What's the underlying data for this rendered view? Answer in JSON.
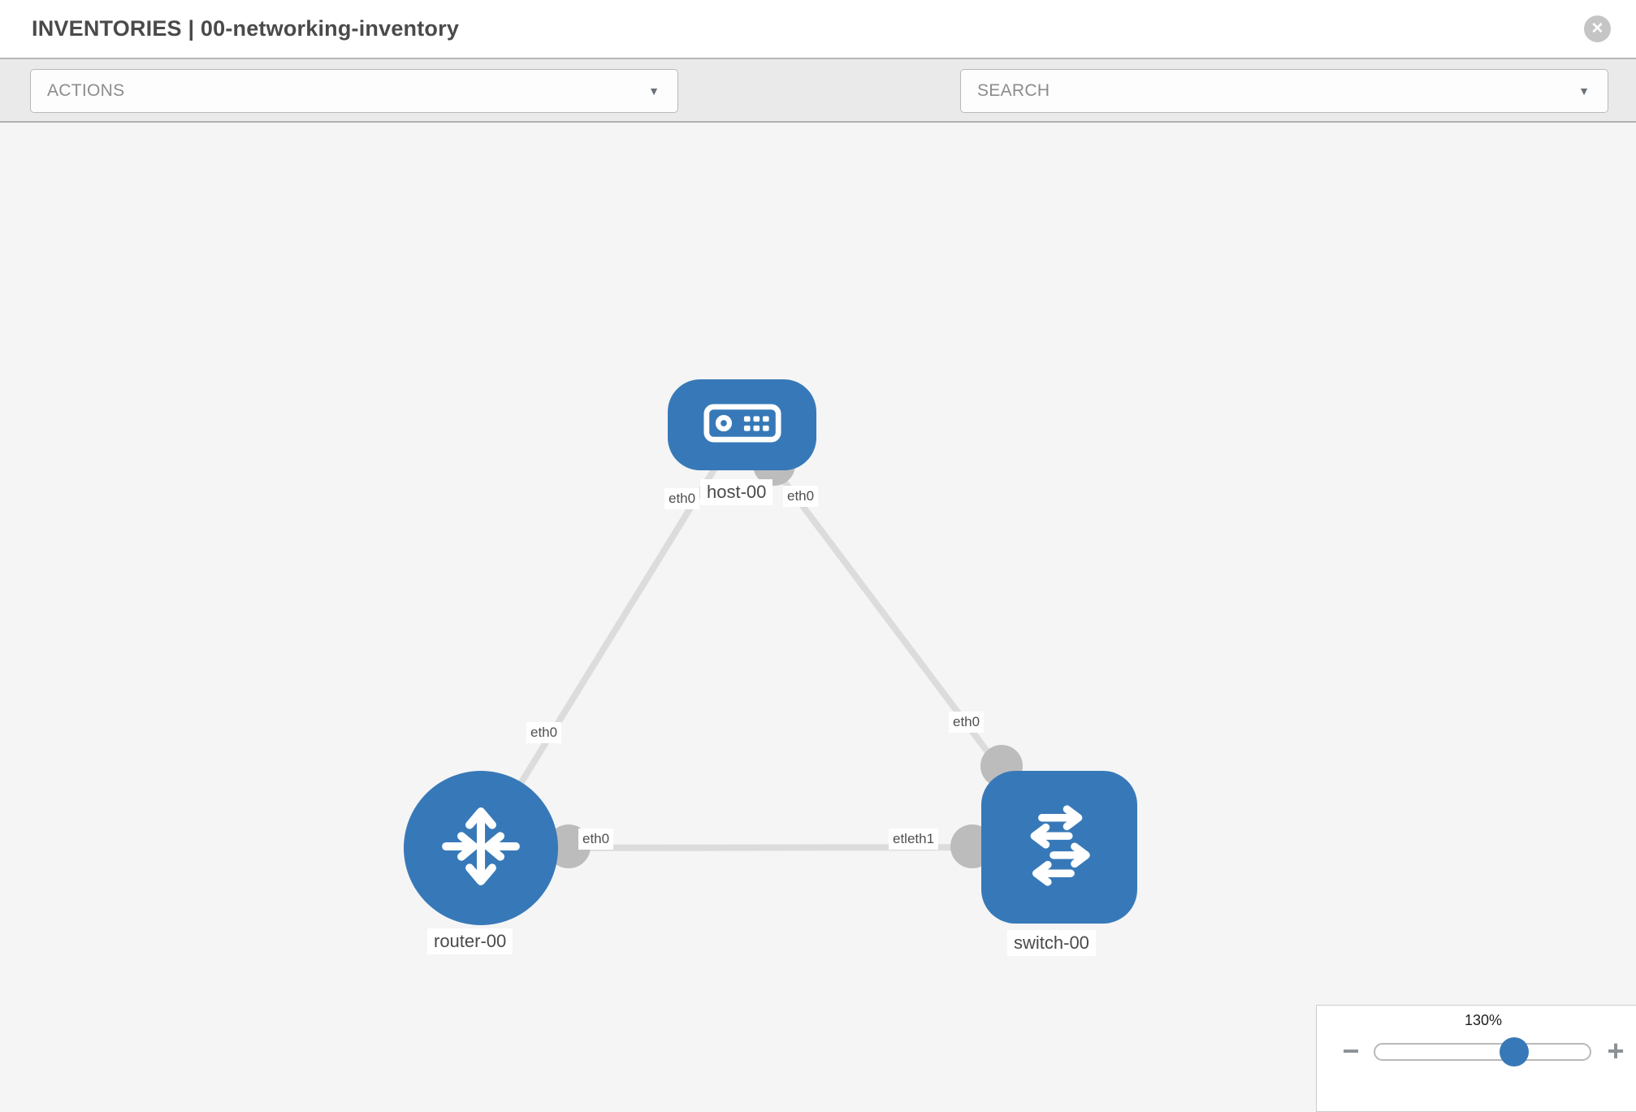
{
  "window": {
    "title": "INVENTORIES | 00-networking-inventory",
    "close_glyph": "✕"
  },
  "toolbar": {
    "actions": {
      "label": "ACTIONS",
      "caret": "▼"
    },
    "search": {
      "placeholder": "SEARCH",
      "caret": "▼"
    },
    "tools": [
      {
        "icon": "wrench-icon"
      },
      {
        "icon": "key-icon"
      }
    ]
  },
  "topology": {
    "nodes": [
      {
        "id": "host-00",
        "type": "host",
        "label": "host-00"
      },
      {
        "id": "router-00",
        "type": "router",
        "label": "router-00"
      },
      {
        "id": "switch-00",
        "type": "switch",
        "label": "switch-00"
      }
    ],
    "links": [
      {
        "from": "host-00",
        "to": "router-00",
        "from_label": "eth0",
        "to_label": "eth0"
      },
      {
        "from": "host-00",
        "to": "switch-00",
        "from_label": "eth0",
        "to_label": "eth0"
      },
      {
        "from": "router-00",
        "to": "switch-00",
        "from_label": "eth0",
        "to_label": "etleth1"
      }
    ]
  },
  "zoom_control": {
    "level": "130%",
    "minus_glyph": "−",
    "plus_glyph": "+"
  },
  "colors": {
    "node_blue": "#3779b8",
    "link_gray": "#dcdcdc",
    "port_gray": "#bcbcbc",
    "toolbar_bg": "#eaeaea",
    "canvas_bg": "#f5f5f6",
    "icon_gray": "#8a9096"
  }
}
